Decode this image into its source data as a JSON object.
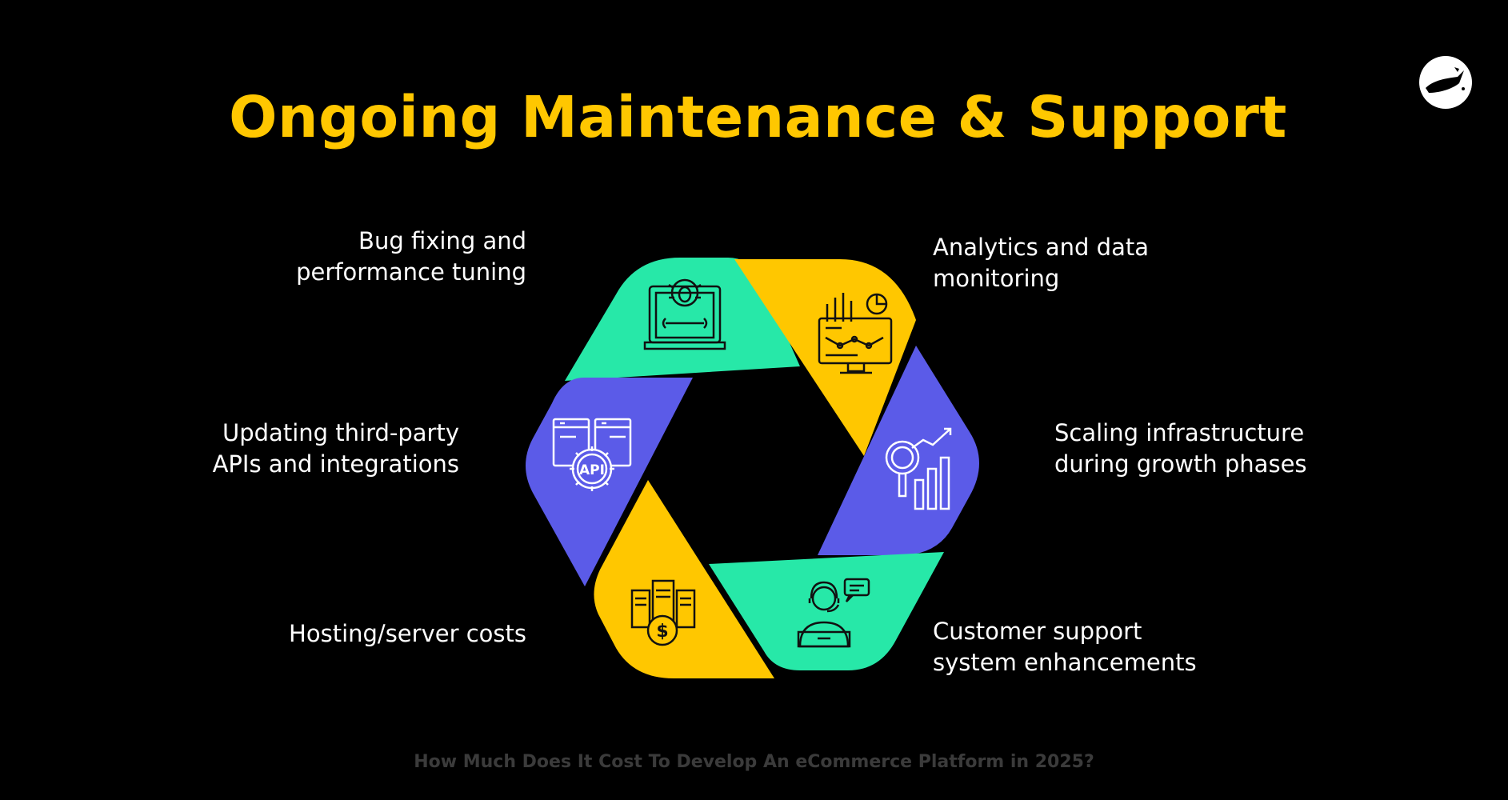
{
  "title": "Ongoing Maintenance & Support",
  "footer": "How Much Does It Cost To Develop An eCommerce Platform in 2025?",
  "colors": {
    "background": "#000000",
    "title": "#ffc700",
    "green": "#27e8a8",
    "yellow": "#ffc700",
    "purple": "#5b5be8",
    "icon_stroke": "#111111"
  },
  "items": [
    {
      "lines": [
        "Bug fixing and",
        "performance tuning"
      ],
      "icon": "laptop-bug-wrench-icon",
      "color": "green"
    },
    {
      "lines": [
        "Analytics and data",
        "monitoring"
      ],
      "icon": "analytics-monitor-icon",
      "color": "yellow"
    },
    {
      "lines": [
        "Scaling infrastructure",
        "during growth phases"
      ],
      "icon": "magnifier-growth-chart-icon",
      "color": "purple"
    },
    {
      "lines": [
        "Customer support",
        "system enhancements"
      ],
      "icon": "support-agent-icon",
      "color": "green"
    },
    {
      "lines": [
        "Hosting/server costs"
      ],
      "icon": "server-dollar-icon",
      "color": "yellow"
    },
    {
      "lines": [
        "Updating third-party",
        "APIs and integrations"
      ],
      "icon": "api-gear-icon",
      "color": "purple"
    }
  ],
  "api_icon_text": "API",
  "dollar_icon_text": "$"
}
